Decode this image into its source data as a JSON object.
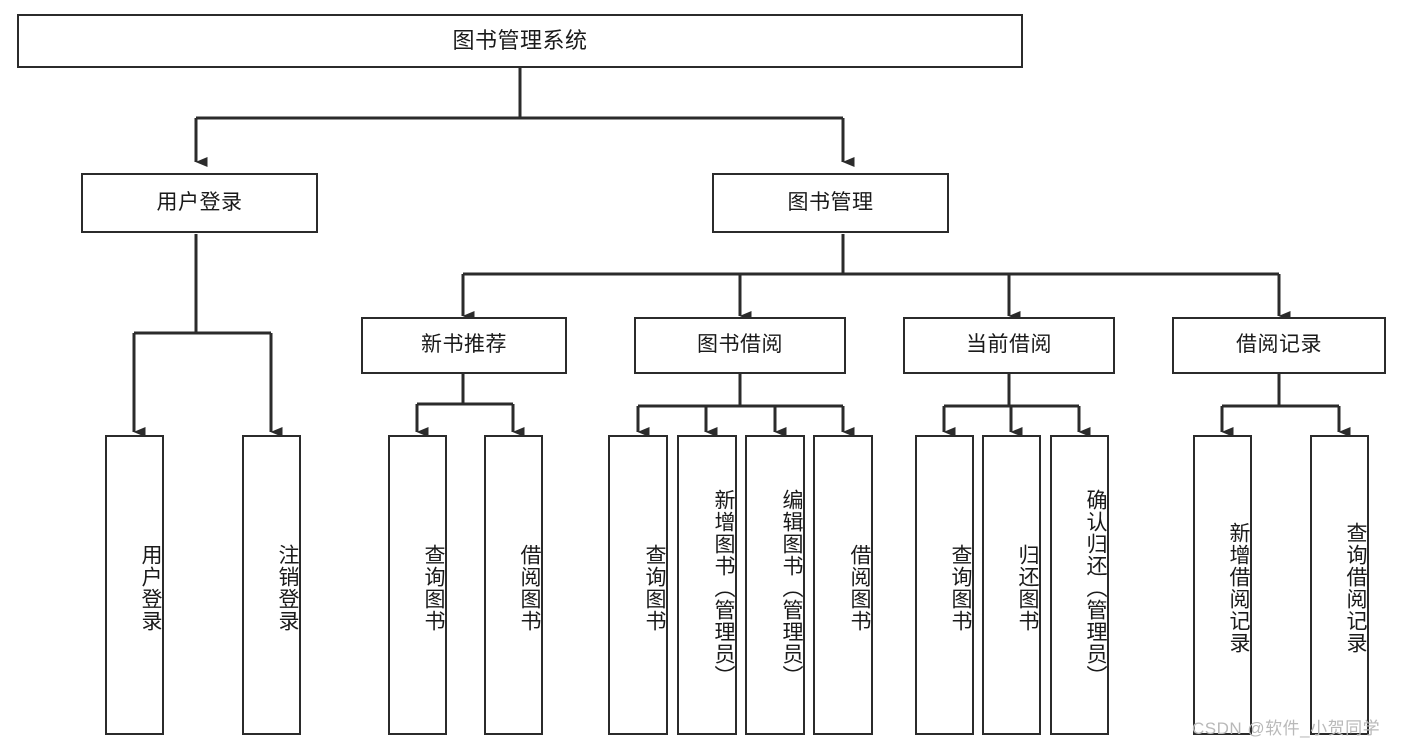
{
  "diagram": {
    "type": "tree",
    "title": "图书管理系统",
    "watermark": "CSDN @软件_小贺同学",
    "colors": {
      "stroke": "#2b2b2b",
      "fill": "#ffffff",
      "text": "#1a1a1a",
      "watermark": "#b9b9b9"
    },
    "levels": {
      "root": {
        "label": "图书管理系统"
      },
      "level2": [
        {
          "id": "user-login",
          "label": "用户登录"
        },
        {
          "id": "book-management",
          "label": "图书管理"
        }
      ],
      "level3": [
        {
          "id": "new-book-recommend",
          "label": "新书推荐"
        },
        {
          "id": "book-borrow",
          "label": "图书借阅"
        },
        {
          "id": "current-borrow",
          "label": "当前借阅"
        },
        {
          "id": "borrow-record",
          "label": "借阅记录"
        }
      ],
      "leaves": {
        "user_login": [
          {
            "id": "leaf-user-login",
            "label": "用户登录"
          },
          {
            "id": "leaf-logout-login",
            "label": "注销登录"
          }
        ],
        "new_book_recommend": [
          {
            "id": "leaf-query-book-1",
            "label": "查询图书"
          },
          {
            "id": "leaf-borrow-book-1",
            "label": "借阅图书"
          }
        ],
        "book_borrow": [
          {
            "id": "leaf-query-book-2",
            "label": "查询图书"
          },
          {
            "id": "leaf-add-book",
            "label": "新增图书（管理员）"
          },
          {
            "id": "leaf-edit-book",
            "label": "编辑图书（管理员）"
          },
          {
            "id": "leaf-borrow-book-2",
            "label": "借阅图书"
          }
        ],
        "current_borrow": [
          {
            "id": "leaf-query-book-3",
            "label": "查询图书"
          },
          {
            "id": "leaf-return-book",
            "label": "归还图书"
          },
          {
            "id": "leaf-confirm-return",
            "label": "确认归还（管理员）"
          }
        ],
        "borrow_record": [
          {
            "id": "leaf-add-record",
            "label": "新增借阅记录"
          },
          {
            "id": "leaf-query-record",
            "label": "查询借阅记录"
          }
        ]
      }
    }
  }
}
